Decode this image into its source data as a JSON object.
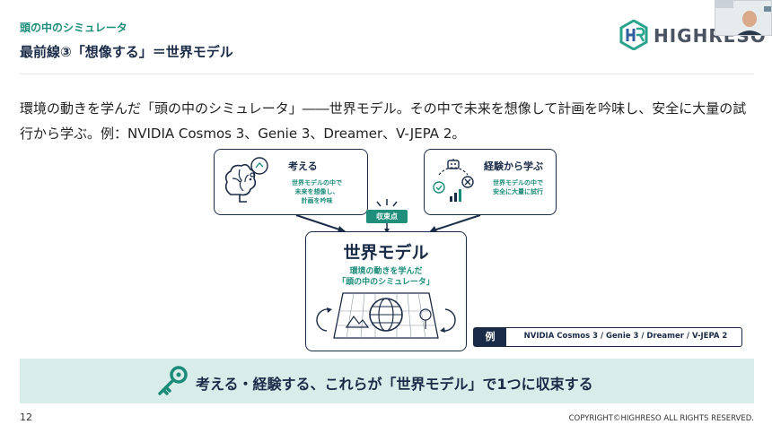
{
  "header": {
    "section_label": "頭の中のシミュレータ",
    "title": "最前線③「想像する」＝世界モデル",
    "logo_text": "HIGHRESO"
  },
  "body": {
    "paragraph": "環境の動きを学んだ「頭の中のシミュレータ」――世界モデル。その中で未来を想像して計画を吟味し、安全に大量の試行から学ぶ。例：NVIDIA Cosmos 3、Genie 3、Dreamer、V-JEPA 2。"
  },
  "diagram": {
    "think_card": {
      "title": "考える",
      "desc_line1": "世界モデルの中で",
      "desc_line2": "未来を想像し、",
      "desc_line3": "計画を吟味"
    },
    "experience_card": {
      "title": "経験から学ぶ",
      "desc_line1": "世界モデルの中で",
      "desc_line2": "安全に大量に試行"
    },
    "converge_label": "収束点",
    "center": {
      "title": "世界モデル",
      "sub_line1": "環境の動きを学んだ",
      "sub_line2": "「頭の中のシミュレータ」"
    },
    "example": {
      "label": "例",
      "text": "NVIDIA Cosmos 3 / Genie 3 / Dreamer / V-JEPA 2"
    }
  },
  "banner": {
    "text": "考える・経験する、これらが「世界モデル」で1つに収束する",
    "icon": "key-icon"
  },
  "footer": {
    "page_number": "12",
    "copyright": "COPYRIGHT©HIGHRESO ALL RIGHTS RESERVED."
  },
  "colors": {
    "navy": "#1a2b48",
    "teal": "#1c8c7a",
    "banner_bg": "#d8ecea"
  }
}
